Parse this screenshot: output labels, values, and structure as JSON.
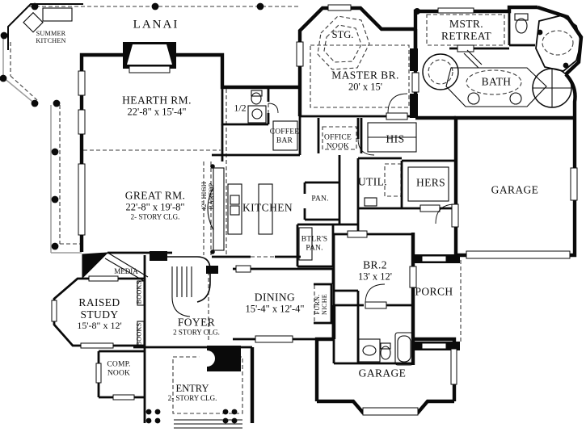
{
  "meta": {
    "drawing_type": "architectural first-floor plan",
    "colors": {
      "wall": "#0a0a0a",
      "background": "#ffffff",
      "porch_line": "#9b9b9b",
      "dash_line": "#3a3a3a"
    }
  },
  "labels": {
    "summer_kitchen": [
      "SUMMER",
      "KITCHEN"
    ],
    "lanai": [
      "LANAI"
    ],
    "stg": [
      "STG."
    ],
    "master_br": [
      "MASTER BR.",
      "20' x 15'"
    ],
    "mstr_retreat": [
      "MSTR.",
      "RETREAT"
    ],
    "bath": [
      "BATH"
    ],
    "hearth_rm": [
      "HEARTH RM.",
      "22'-8\" x 15'-4\""
    ],
    "half_bath": [
      "1/2"
    ],
    "coffee_bar": [
      "COFFEE",
      "BAR"
    ],
    "office_nook": [
      "OFFICE",
      "NOOK"
    ],
    "his": [
      "HIS"
    ],
    "util": [
      "UTIL."
    ],
    "hers": [
      "HERS"
    ],
    "garage_right": [
      "GARAGE"
    ],
    "great_rm": [
      "GREAT RM.",
      "22'-8\" x 19'-8\"",
      "2- STORY CLG."
    ],
    "bartop": [
      "42\" HIGH",
      "BARTOP"
    ],
    "kitchen": [
      "KITCHEN"
    ],
    "pan": [
      "PAN."
    ],
    "btlrs_pan": [
      "BTLR'S",
      "PAN."
    ],
    "br2": [
      "BR.2",
      "13' x 12'"
    ],
    "media": [
      "MEDIA"
    ],
    "books_upper": [
      "BOOKS"
    ],
    "books_lower": [
      "BOOKS"
    ],
    "raised_study": [
      "RAISED",
      "STUDY",
      "15'-8\" x 12'"
    ],
    "comp_nook": [
      "COMP.",
      "NOOK"
    ],
    "foyer": [
      "FOYER",
      "2 STORY CLG."
    ],
    "dining": [
      "DINING",
      "15'-4\" x 12'-4\""
    ],
    "furn_niche": [
      "FURN.",
      "NICHE"
    ],
    "entry": [
      "ENTRY",
      "2- STORY CLG."
    ],
    "porch": [
      "PORCH"
    ],
    "garage_bottom": [
      "GARAGE"
    ]
  }
}
